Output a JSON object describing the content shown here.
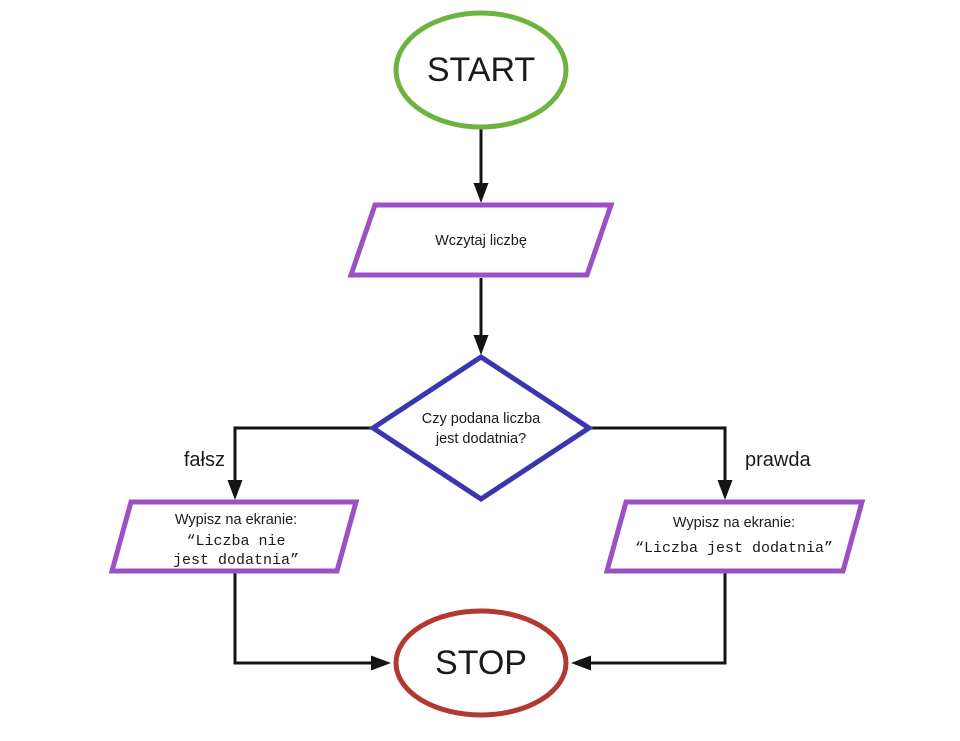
{
  "diagram": {
    "title": "Flowchart: Czy podana liczba jest dodatnia?",
    "language": "pl",
    "background": "#ffffff",
    "colors": {
      "start": "#6CB33F",
      "stop": "#B3382F",
      "io": "#9B51C4",
      "decision": "#3B35B0",
      "connector": "#141414",
      "text": "#1a1a1a"
    }
  },
  "nodes": {
    "start": {
      "type": "terminator",
      "label": "START",
      "color": "#6CB33F"
    },
    "read": {
      "type": "input",
      "label": "Wczytaj liczbę",
      "color": "#9B51C4"
    },
    "decision": {
      "type": "decision",
      "line1": "Czy podana liczba",
      "line2": "jest dodatnia?",
      "color": "#3B35B0"
    },
    "output_false": {
      "type": "output",
      "line1": "Wypisz na ekranie:",
      "line2": "“Liczba nie",
      "line3": "jest dodatnia”",
      "color": "#9B51C4"
    },
    "output_true": {
      "type": "output",
      "line1": "Wypisz na ekranie:",
      "line2": "“Liczba jest dodatnia”",
      "color": "#9B51C4"
    },
    "stop": {
      "type": "terminator",
      "label": "STOP",
      "color": "#B3382F"
    }
  },
  "edges": {
    "false_branch_label": "fałsz",
    "true_branch_label": "prawda"
  }
}
